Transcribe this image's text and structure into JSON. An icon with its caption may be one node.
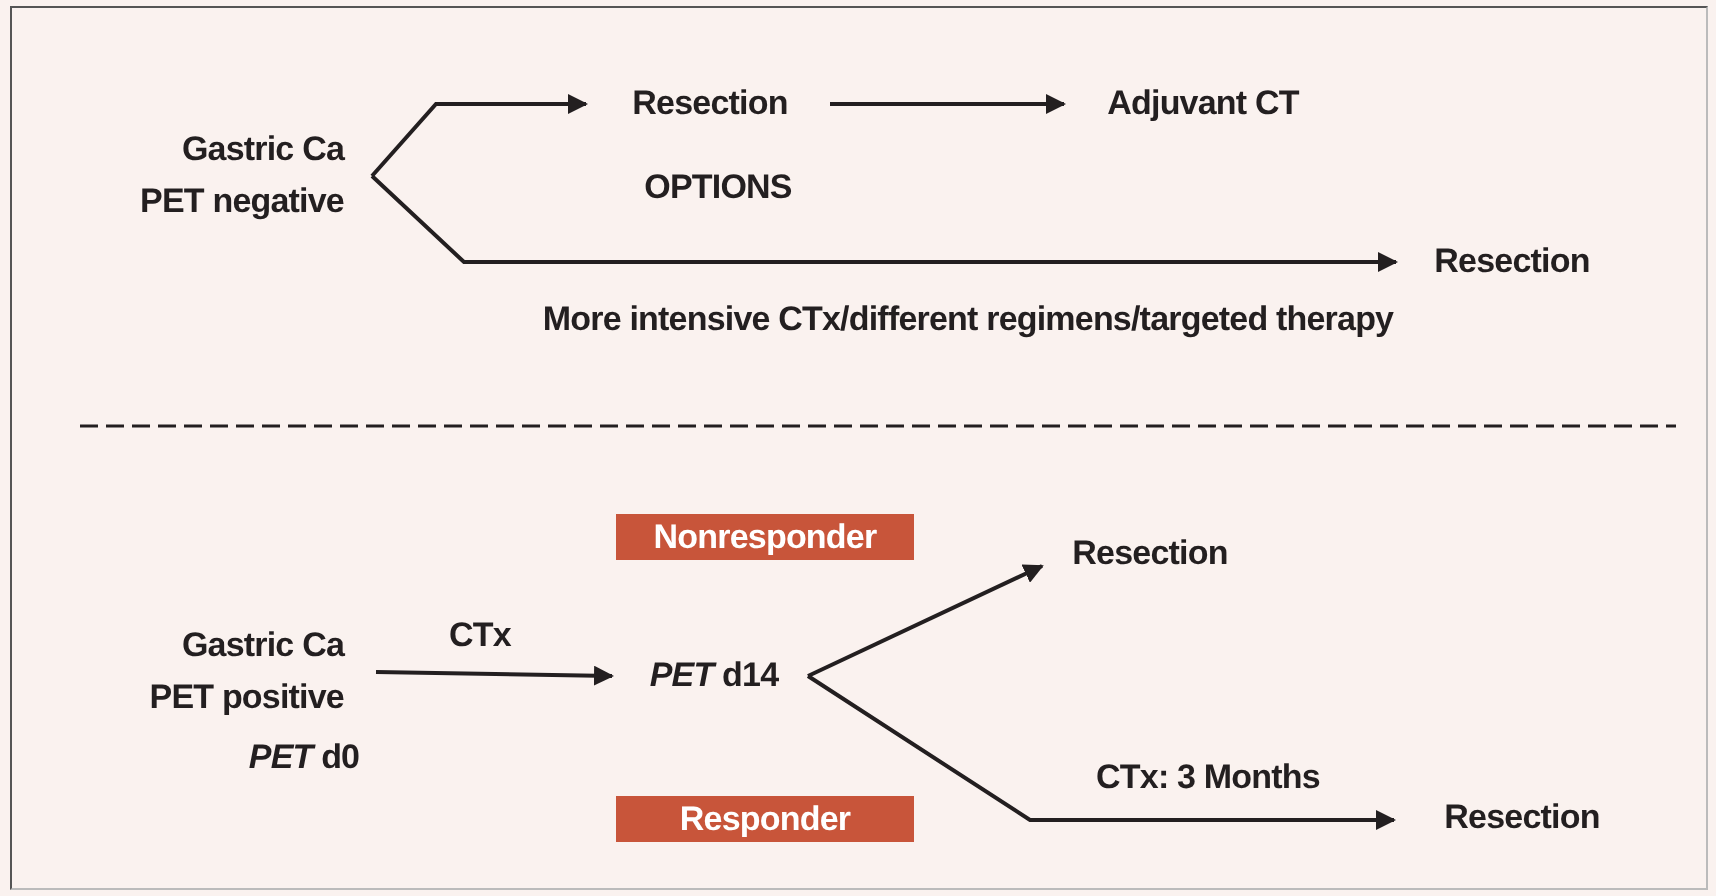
{
  "diagram": {
    "nodes": [
      {
        "text": [
          "Gastric Ca PET negative"
        ]
      },
      {
        "text": [
          "Resection"
        ]
      },
      {
        "text": [
          "Adjuvant CT"
        ]
      },
      {
        "text": [
          "Resection"
        ]
      },
      {
        "text": [
          "Nonresponder"
        ]
      },
      {
        "text": [
          "Resection"
        ]
      },
      {
        "text": [
          "Gastric Ca PET positive"
        ]
      },
      {
        "text": [
          "*PET* d14"
        ]
      },
      {
        "text": [
          "Responder"
        ]
      },
      {
        "text": [
          "Resection"
        ]
      }
    ],
    "edges": [
      {
        "from": 0,
        "to": 1,
        "arrow": "to"
      },
      {
        "from": 1,
        "to": 2,
        "arrow": "to"
      },
      {
        "from": 0,
        "to": 3,
        "arrow": "to",
        "label": "More intensive CTx/different regimens/targeted therapy"
      },
      {
        "from": 6,
        "to": 7,
        "arrow": "to",
        "label": "CTx"
      },
      {
        "from": 7,
        "to": 5,
        "arrow": "to"
      },
      {
        "from": 7,
        "to": 9,
        "arrow": "to",
        "label": "CTx: 3 Months"
      }
    ],
    "labels": [
      "OPTIONS",
      "*PET* d0"
    ]
  }
}
